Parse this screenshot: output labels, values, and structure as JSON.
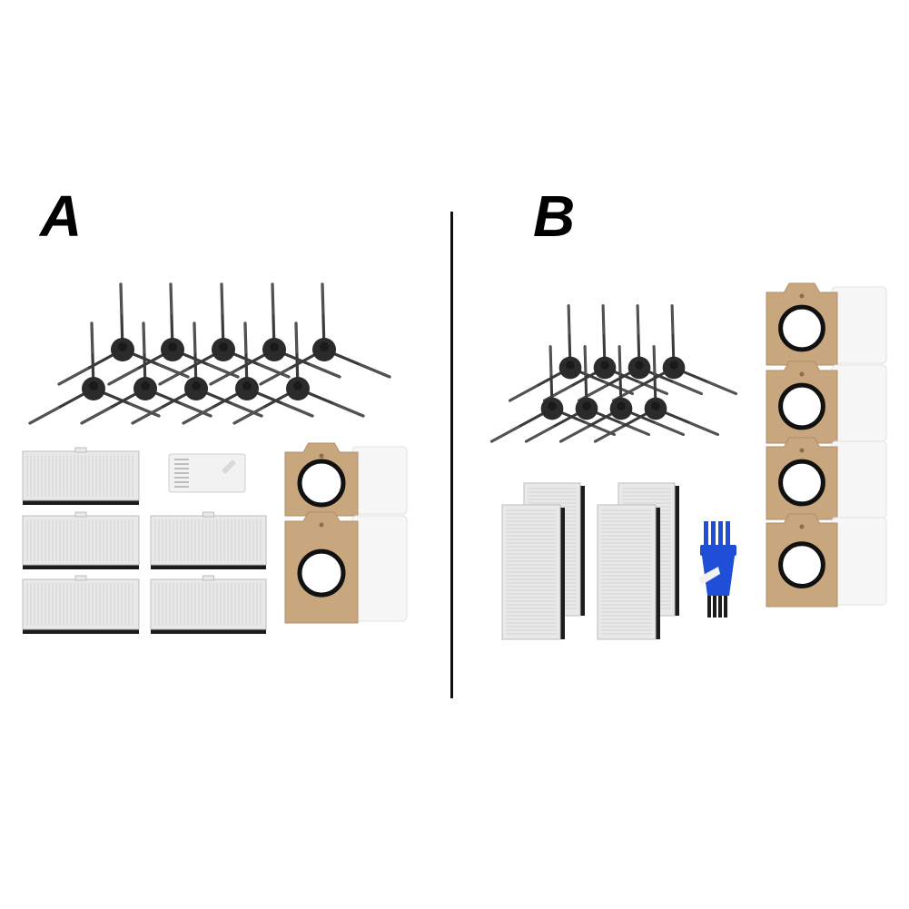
{
  "panels": [
    {
      "letter": "A",
      "contents": {
        "side_brushes": 10,
        "hepa_filters": 5,
        "cleaning_tools": 1,
        "dust_bags": 2
      }
    },
    {
      "letter": "B",
      "contents": {
        "side_brushes": 8,
        "hepa_filters": 4,
        "cleaning_tools": 1,
        "dust_bags": 4
      }
    }
  ],
  "colors": {
    "brush_hub": "#2b2b2b",
    "brush_arm": "#3a3a3a",
    "filter_frame": "#e9e9e9",
    "filter_pleat": "#d4d4d4",
    "filter_foam": "#1c1c1c",
    "bag_card": "#c9a77e",
    "bag_body": "#f7f7f7",
    "tool_blue": "#1e4fd6",
    "tool_white": "#f2f2f2"
  },
  "icons": [
    "side-brush-icon",
    "hepa-filter-icon",
    "dust-bag-icon",
    "cleaning-tool-icon"
  ]
}
